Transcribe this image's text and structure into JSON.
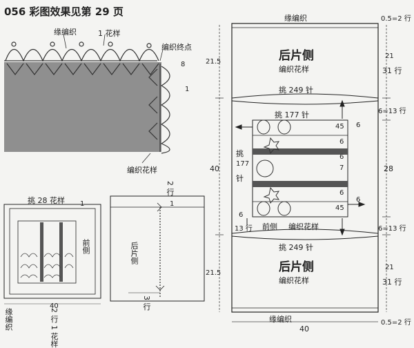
{
  "title": "056 彩图效果见第 29 页",
  "edging": {
    "label_edge": "缘编织",
    "label_repeat": "1 花样",
    "label_end": "编织终点",
    "label_pattern": "编织花样",
    "num_8": "8",
    "num_1": "1"
  },
  "schematic": {
    "top_edge": "缘编织",
    "bottom_edge": "缘编织",
    "back_top": "后片侧",
    "back_top_sub": "编织花样",
    "pick_top": "挑 249 针",
    "pick_177_top": "挑 177 针",
    "pick_177_side_1": "挑",
    "pick_177_side_2": "177",
    "pick_177_side_3": "针",
    "front_label": "前侧",
    "front_pattern": "编织花样",
    "pick_bottom": "挑 249 针",
    "back_bottom": "后片侧",
    "back_bottom_sub": "编织花样",
    "width": "40",
    "left_215_top": "21.5",
    "left_40": "40",
    "left_215_bottom": "21.5",
    "left_6": "6",
    "left_13rows": "13 行",
    "n45_top": "45",
    "n6_a": "6",
    "n6_b": "6",
    "n7": "7",
    "n6_c": "6",
    "n45_bottom": "45",
    "n6_right": "6",
    "n6_right_b": "6",
    "right_05_top": "0.5=2 行",
    "right_21_top": "21",
    "right_31_top": "31 行",
    "right_6_13_top": "6=13 行",
    "right_28": "28",
    "right_6_13_bottom": "6=13 行",
    "right_21_bottom": "21",
    "right_31_bottom": "31 行",
    "right_05_bottom": "0.5=2 行"
  },
  "small_left": {
    "pick": "挑 28 花样",
    "side": "前侧",
    "width": "40",
    "n1": "1"
  },
  "small_mid": {
    "rows_top": "2 行",
    "side": "后片侧",
    "rows_bottom": "3 行",
    "n1": "1"
  },
  "footer": {
    "edge": "缘编织",
    "rows": "2 行 1 花样"
  }
}
